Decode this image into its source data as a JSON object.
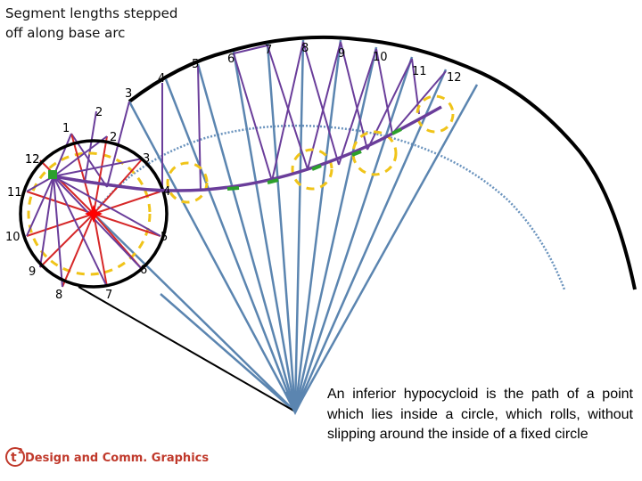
{
  "title": "Segment lengths stepped\noff along base arc",
  "description": "An inferior hypocycloid is the path of a point which lies inside a circle, which rolls, without slipping around the inside of a fixed circle",
  "logo": {
    "mark": "t",
    "mark_sup": "2",
    "text": "Design and Comm. Graphics"
  },
  "base_arc_labels": [
    "1",
    "2",
    "3",
    "4",
    "5",
    "6",
    "7",
    "8",
    "9",
    "10",
    "11",
    "12"
  ],
  "rolling_circle_labels": [
    "1",
    "2",
    "3",
    "4",
    "5",
    "6",
    "7",
    "8",
    "9",
    "10",
    "11",
    "12"
  ],
  "colors": {
    "fixed_arc": "#000000",
    "rolling_circle": "#000000",
    "radial_lines": "#5b85b0",
    "centre_path": "#6a93bd",
    "curve": "#6a3d9a",
    "dash_circles": "#f0c419",
    "spokes": "#d62728",
    "green_marks": "#2ca02c",
    "logo_text": "#c0392b"
  }
}
